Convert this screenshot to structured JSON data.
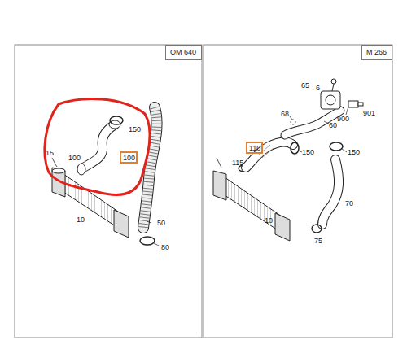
{
  "diagram": {
    "nodes": [
      {
        "text": [
          "OM 640"
        ]
      },
      {
        "text": [
          "M 266"
        ]
      },
      {
        "text": [
          "100"
        ]
      },
      {
        "text": [
          "110"
        ]
      }
    ],
    "labels": [
      "15",
      "100",
      "150",
      "10",
      "50",
      "80",
      "65",
      "6",
      "901",
      "900",
      "68",
      "60",
      "150",
      "150",
      "115",
      "70",
      "10",
      "75"
    ]
  }
}
